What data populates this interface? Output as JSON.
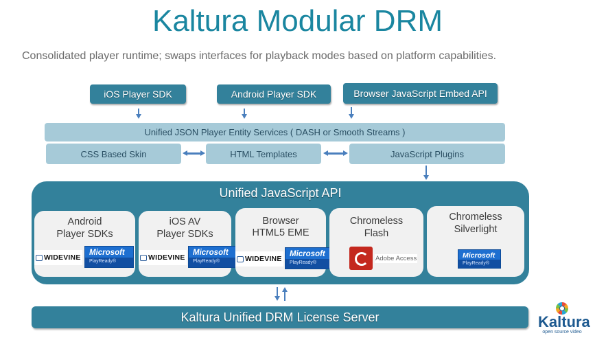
{
  "header": {
    "title": "Kaltura Modular DRM",
    "subtitle": "Consolidated player runtime; swaps interfaces for playback modes based on platform capabilities."
  },
  "sdks": [
    {
      "label": "iOS Player SDK"
    },
    {
      "label": "Android Player SDK"
    },
    {
      "label": "Browser JavaScript Embed API"
    }
  ],
  "services": {
    "json_services": "Unified JSON Player Entity Services ( DASH or Smooth Streams )",
    "css_skin": "CSS Based Skin",
    "html_templates": "HTML Templates",
    "js_plugins": "JavaScript Plugins"
  },
  "api": {
    "title": "Unified JavaScript API",
    "cards": [
      {
        "line1": "Android",
        "line2": "Player SDKs",
        "drm": [
          "Widevine",
          "Microsoft PlayReady"
        ]
      },
      {
        "line1": "iOS AV",
        "line2": "Player SDKs",
        "drm": [
          "Widevine",
          "Microsoft PlayReady"
        ]
      },
      {
        "line1": "Browser",
        "line2": "HTML5 EME",
        "drm": [
          "Widevine",
          "Microsoft PlayReady"
        ]
      },
      {
        "line1": "Chromeless",
        "line2": "Flash",
        "drm": [
          "Adobe Access"
        ]
      },
      {
        "line1": "Chromeless",
        "line2": "Silverlight",
        "drm": [
          "Microsoft PlayReady"
        ]
      }
    ]
  },
  "badges": {
    "widevine": "WIDEVINE",
    "microsoft": "Microsoft",
    "playready": "PlayReady®",
    "adobe_access": "Adobe Access"
  },
  "license_server": "Kaltura Unified DRM License Server",
  "logo": {
    "name": "Kaltura",
    "tagline": "open source video"
  },
  "colors": {
    "title": "#1a86a0",
    "dark_box": "#33819b",
    "light_box": "#a6cad8",
    "arrow": "#4a7fbd",
    "card": "#f1f1f1"
  }
}
